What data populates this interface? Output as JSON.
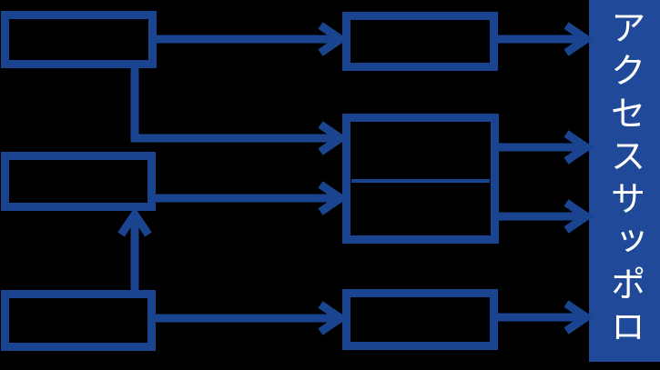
{
  "diagram": {
    "type": "flowchart",
    "background": "#000000",
    "colors": {
      "stroke": "#1b4490",
      "bar_fill": "#21499a",
      "bar_text_color": "#ffffff"
    },
    "bar": {
      "text": "アクセスサッポロ"
    },
    "nodes": [
      {
        "id": "box-top-left",
        "label": ""
      },
      {
        "id": "box-middle-left",
        "label": ""
      },
      {
        "id": "box-bottom-left",
        "label": ""
      },
      {
        "id": "box-top-middle",
        "label": ""
      },
      {
        "id": "box-center-double",
        "label": "",
        "cells": 2
      },
      {
        "id": "box-bottom-middle",
        "label": ""
      }
    ],
    "edges": [
      {
        "from": "box-top-left",
        "to": "box-top-middle",
        "type": "arrow-right"
      },
      {
        "from": "box-top-left",
        "to": "box-center-double",
        "type": "elbow-down-right"
      },
      {
        "from": "box-middle-left",
        "to": "box-center-double",
        "type": "arrow-right"
      },
      {
        "from": "box-bottom-left",
        "to": "box-middle-left",
        "type": "arrow-up"
      },
      {
        "from": "box-bottom-left",
        "to": "box-bottom-middle",
        "type": "arrow-right"
      },
      {
        "from": "box-top-middle",
        "to": "access-sapporo-bar",
        "type": "arrow-right"
      },
      {
        "from": "box-center-double",
        "to": "access-sapporo-bar",
        "type": "arrow-right"
      },
      {
        "from": "box-center-double",
        "to": "access-sapporo-bar",
        "type": "arrow-right"
      },
      {
        "from": "box-bottom-middle",
        "to": "access-sapporo-bar",
        "type": "arrow-right"
      }
    ]
  }
}
